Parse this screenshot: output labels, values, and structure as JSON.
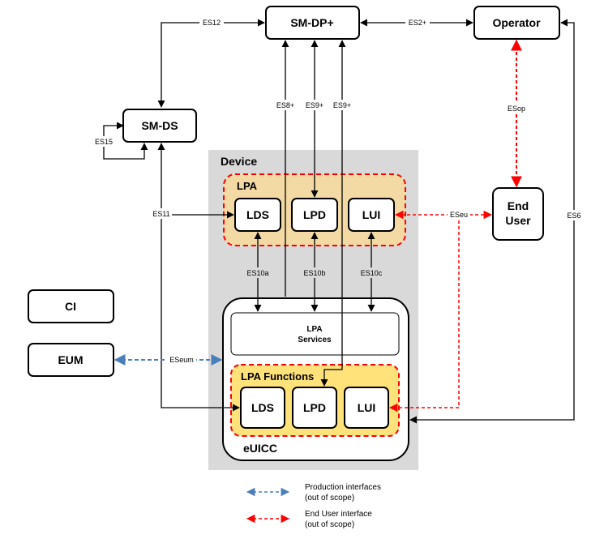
{
  "nodes": {
    "sm_dp_plus": "SM-DP+",
    "operator": "Operator",
    "sm_ds": "SM-DS",
    "end_user_line1": "End",
    "end_user_line2": "User",
    "ci": "CI",
    "eum": "EUM"
  },
  "device": {
    "title": "Device",
    "lpa": {
      "title": "LPA",
      "lds": "LDS",
      "lpd": "LPD",
      "lui": "LUI"
    }
  },
  "euicc": {
    "title": "eUICC",
    "services_line1": "LPA",
    "services_line2": "Services",
    "functions": {
      "title": "LPA Functions",
      "lds": "LDS",
      "lpd": "LPD",
      "lui": "LUI"
    }
  },
  "interfaces": {
    "es12": "ES12",
    "es2_plus": "ES2+",
    "es8_plus": "ES8+",
    "es9_plus_a": "ES9+",
    "es9_plus_b": "ES9+",
    "esop": "ESop",
    "es15": "ES15",
    "es11": "ES11",
    "eseu": "ESeu",
    "es6": "ES6",
    "es10a": "ES10a",
    "es10b": "ES10b",
    "es10c": "ES10c",
    "eseum": "ESeum"
  },
  "legend": {
    "production_line1": "Production interfaces",
    "production_line2": "(out of scope)",
    "enduser_line1": "End User interface",
    "enduser_line2": "(out of scope)"
  },
  "colors": {
    "device_bg": "#d9d9d9",
    "lpa_fill": "#f3d9a4",
    "functions_fill": "#ffe27a",
    "red_dashed": "#ff0000",
    "blue_dashed": "#4a7ebb",
    "stroke": "#000000"
  }
}
